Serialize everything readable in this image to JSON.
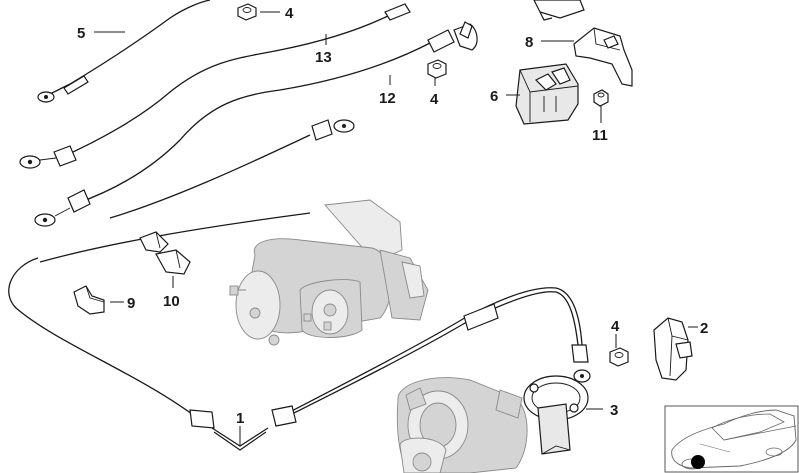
{
  "callouts": {
    "c1": "1",
    "c2": "2",
    "c3": "3",
    "c4a": "4",
    "c4b": "4",
    "c4c": "4",
    "c5": "5",
    "c6": "6",
    "c8": "8",
    "c9": "9",
    "c10": "10",
    "c11": "11",
    "c12": "12",
    "c13": "13"
  },
  "colors": {
    "line": "#1a1a1a",
    "background_part": "#d4d4d4",
    "marker": "#000000"
  },
  "icons": {
    "inset": "car-silhouette-icon",
    "marker": "location-dot-icon"
  }
}
